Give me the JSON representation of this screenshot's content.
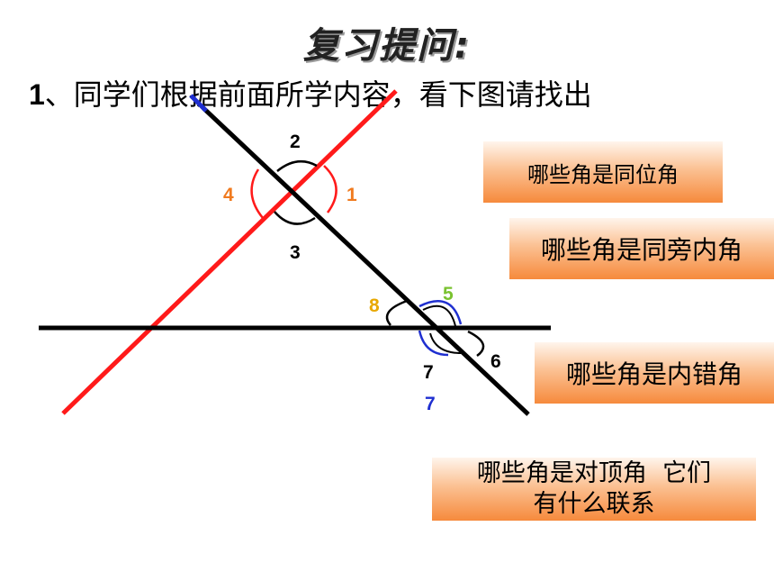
{
  "title": "复习提问:",
  "question": {
    "number": "1",
    "text": "、同学们根据前面所学内容，看下图请找出"
  },
  "angle_labels": [
    {
      "text": "2",
      "color": "#000000"
    },
    {
      "text": "4",
      "color": "#f07a1e"
    },
    {
      "text": "1",
      "color": "#f07a1e"
    },
    {
      "text": "3",
      "color": "#000000"
    },
    {
      "text": "8",
      "color": "#e8a800"
    },
    {
      "text": "5",
      "color": "#7ac230"
    },
    {
      "text": "6",
      "color": "#000000"
    },
    {
      "text": "7",
      "color": "#000000"
    },
    {
      "text": "7",
      "color": "#1f2fd0"
    }
  ],
  "boxes": [
    {
      "text": "哪些角是同位角"
    },
    {
      "text": "哪些角是同旁内角"
    },
    {
      "text": "哪些角是内错角"
    },
    {
      "line1": "哪些角是对顶角  它们",
      "line2": "有什么联系"
    }
  ],
  "colors": {
    "red_line": "#ff1a1a",
    "black_line": "#000000",
    "blue_tip": "#1f2fd0",
    "arc_blue": "#1f2fd0",
    "arc_black": "#000000",
    "arc_red": "#ff1a1a"
  }
}
